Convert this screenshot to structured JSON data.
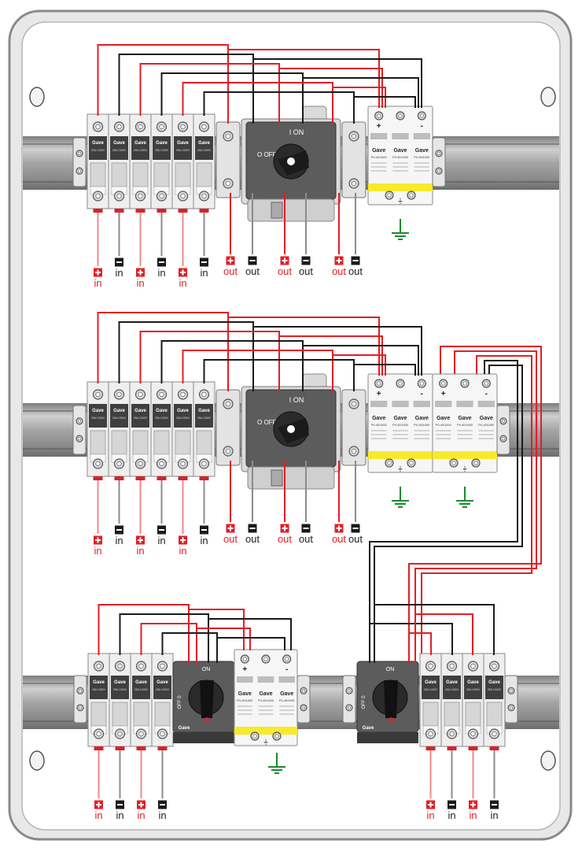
{
  "brand": "Gave",
  "colors": {
    "positive": "#e31e24",
    "negative": "#1a1a1a",
    "pos_lead": "#f08a8a",
    "neg_lead": "#8c8c8c",
    "ground": "#1a8a2e",
    "yellow_band": "#f7ea2a",
    "rail": "#9a9a9a",
    "module": "#efefef",
    "switch_body": "#5a5a5a",
    "enclosure_stroke": "#8a8a8a",
    "enclosure_fill": "#e8e8e8"
  },
  "labels": {
    "in": "in",
    "out": "out",
    "plus": "+",
    "minus": "-",
    "switch_on": "I ON",
    "switch_off": "O OFF",
    "fuse_rating": "25A 1000V",
    "spd_model": "PV-40/1000",
    "switch_on_short": "ON",
    "switch_off_short": "OFF 0"
  },
  "rows": [
    {
      "inputs": [
        "+",
        "-",
        "+",
        "-",
        "+",
        "-"
      ],
      "outputs": [
        "+",
        "-",
        "+",
        "-",
        "+",
        "-"
      ],
      "spd_units": 1
    },
    {
      "inputs": [
        "+",
        "-",
        "+",
        "-",
        "+",
        "-"
      ],
      "outputs": [
        "+",
        "-",
        "+",
        "-",
        "+",
        "-"
      ],
      "spd_units": 2
    },
    {
      "left_inputs": [
        "+",
        "-",
        "+",
        "-"
      ],
      "right_inputs": [
        "+",
        "-",
        "+",
        "-"
      ],
      "spd_units": 1
    }
  ]
}
